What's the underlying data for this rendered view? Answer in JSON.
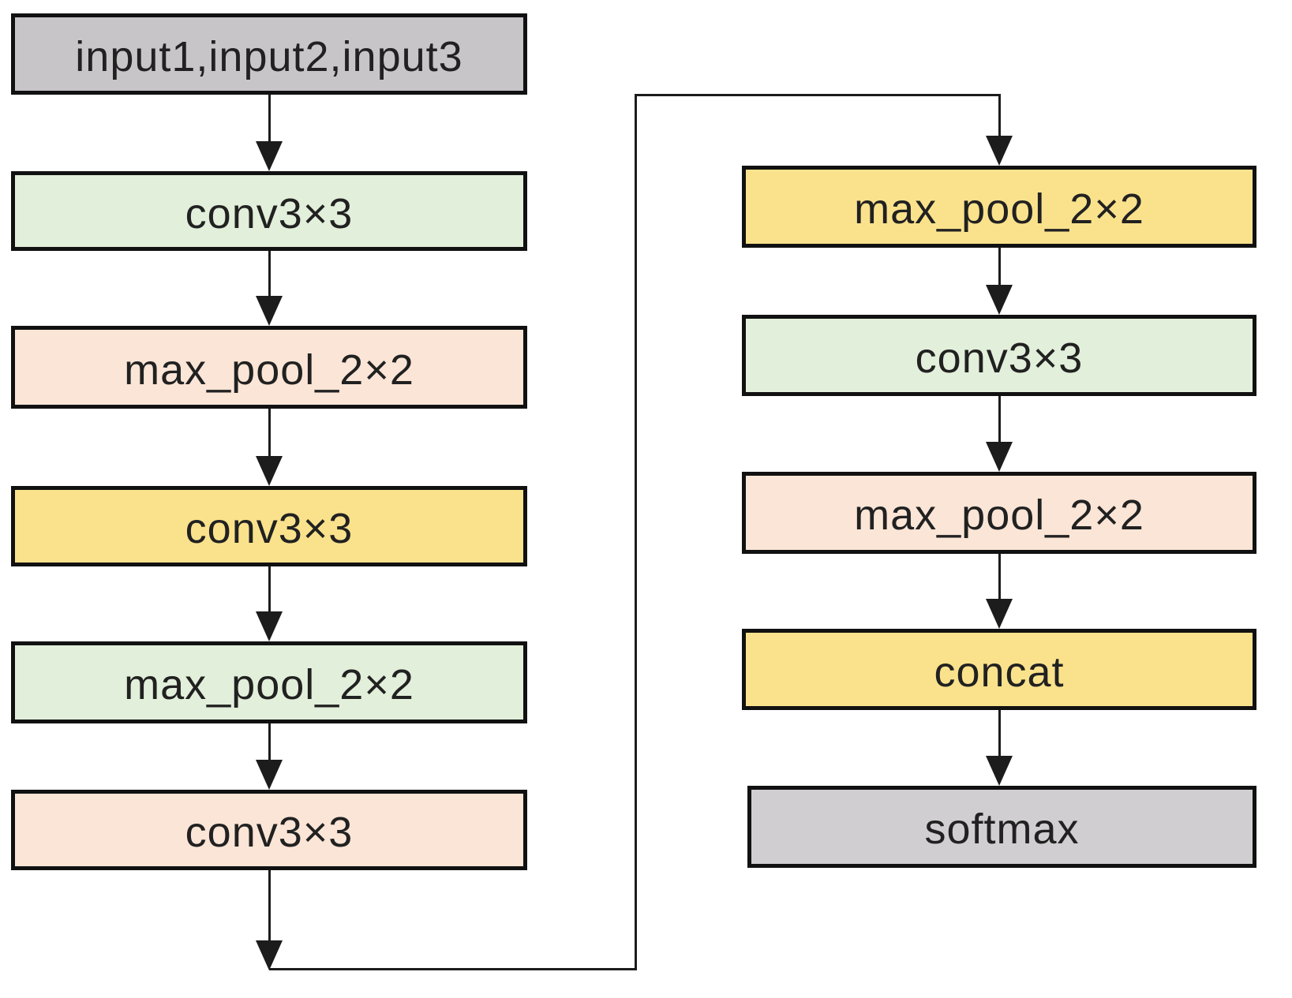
{
  "diagram": {
    "title": "",
    "colors": {
      "background": "#ffffff",
      "border": "#111111",
      "arrow": "#1c1c1c",
      "text": "#212121",
      "gray": "#c8c5c9",
      "gray_light": "#d0ced0",
      "green": "#e2efda",
      "peach": "#fbe5d6",
      "yellow": "#fae28c"
    },
    "left_column": {
      "nodes": [
        {
          "id": "L1",
          "label": "input1,input2,input3",
          "fill": "gray"
        },
        {
          "id": "L2",
          "label": "conv3×3",
          "fill": "green"
        },
        {
          "id": "L3",
          "label": "max_pool_2×2",
          "fill": "peach"
        },
        {
          "id": "L4",
          "label": "conv3×3",
          "fill": "yellow"
        },
        {
          "id": "L5",
          "label": "max_pool_2×2",
          "fill": "green"
        },
        {
          "id": "L6",
          "label": "conv3×3",
          "fill": "peach"
        }
      ]
    },
    "right_column": {
      "nodes": [
        {
          "id": "R1",
          "label": "max_pool_2×2",
          "fill": "yellow"
        },
        {
          "id": "R2",
          "label": "conv3×3",
          "fill": "green"
        },
        {
          "id": "R3",
          "label": "max_pool_2×2",
          "fill": "peach"
        },
        {
          "id": "R4",
          "label": "concat",
          "fill": "yellow"
        },
        {
          "id": "R5",
          "label": "softmax",
          "fill": "gray_light"
        }
      ]
    },
    "edges": [
      "L1->L2",
      "L2->L3",
      "L3->L4",
      "L4->L5",
      "L5->L6",
      "L6->R1",
      "R1->R2",
      "R2->R3",
      "R3->R4",
      "R4->R5"
    ]
  }
}
